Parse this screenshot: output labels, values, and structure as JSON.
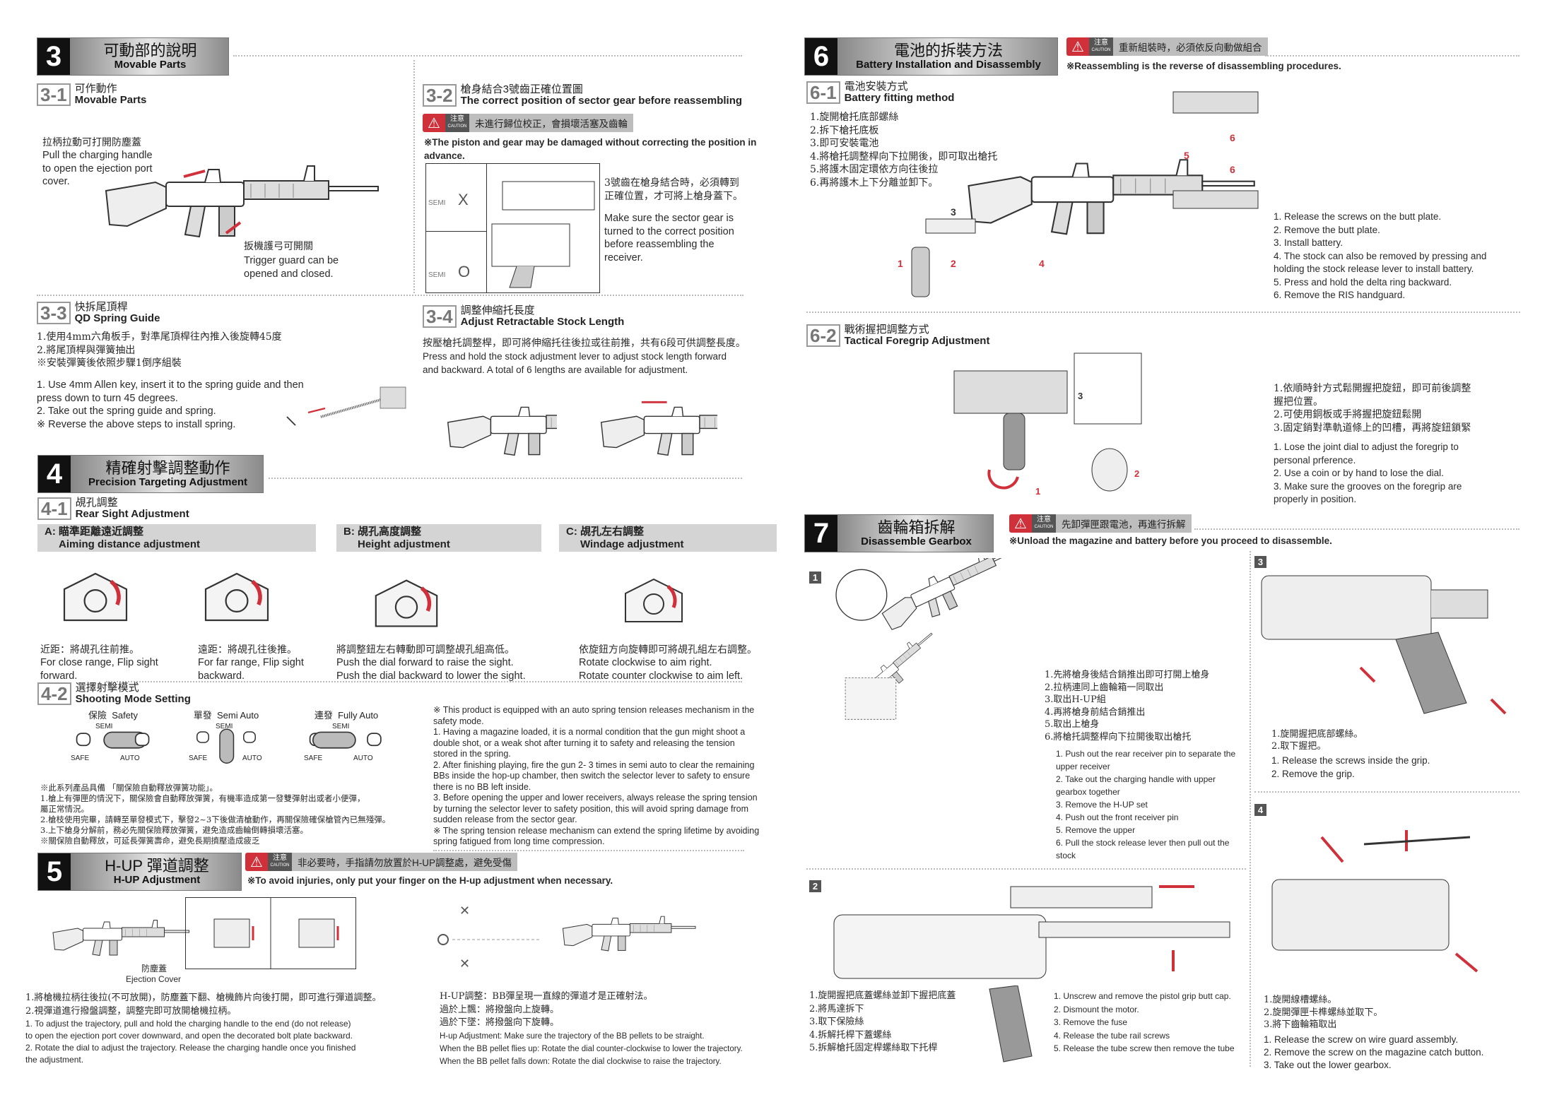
{
  "caution_label": {
    "zh": "注意",
    "en": "CAUTION"
  },
  "s3": {
    "num": "3",
    "zh": "可動部的說明",
    "en": "Movable Parts",
    "s31": {
      "num": "3-1",
      "zh": "可作動作",
      "en": "Movable Parts",
      "charging_zh": "拉柄拉動可打開防塵蓋",
      "charging_en": "Pull the charging handle\nto open the ejection port\ncover.",
      "trigger_zh": "扳機護弓可開關",
      "trigger_en": "Trigger guard can be\nopened and closed."
    },
    "s32": {
      "num": "3-2",
      "zh": "槍身結合3號齒正確位置圖",
      "en": "The correct position of sector gear before reassembling",
      "caution": "未進行歸位校正，會損壞活塞及齒輪",
      "note": "※The piston and gear may be damaged without correcting the position in\n   advance.",
      "semi": "SEMI",
      "wrong": "X",
      "right": "O",
      "text_zh": "3號齒在槍身結合時，必須轉到\n正確位置，才可將上槍身蓋下。",
      "text_en": "Make sure the sector gear is\nturned to the correct position\nbefore reassembling the\nreceiver."
    },
    "s33": {
      "num": "3-3",
      "zh": "快拆尾頂桿",
      "en": "QD Spring Guide",
      "text_zh": "1.使用4mm六角板手，對準尾頂桿往內推入後旋轉45度\n2.將尾頂桿與彈簧抽出\n※安裝彈簧後依照步驟1倒序組裝",
      "text_en": "1. Use 4mm Allen key, insert it to the spring guide and then\n    press down to turn 45 degrees.\n2. Take out the spring guide and spring.\n※ Reverse the above steps to install spring."
    },
    "s34": {
      "num": "3-4",
      "zh": "調整伸縮托長度",
      "en": "Adjust Retractable Stock Length",
      "text_zh": "按壓槍托調整桿，即可將伸縮托往後拉或往前推，共有6段可供調整長度。",
      "text_en": "Press and hold the stock adjustment lever to adjust stock length forward\nand backward. A total of 6 lengths are available for adjustment."
    }
  },
  "s4": {
    "num": "4",
    "zh": "精確射擊調整動作",
    "en": "Precision Targeting Adjustment",
    "s41": {
      "num": "4-1",
      "zh": "覘孔調整",
      "en": "Rear Sight Adjustment",
      "tabs": [
        {
          "zh": "A: 瞄準距離遠近調整",
          "en": "Aiming distance adjustment"
        },
        {
          "zh": "B: 覘孔高度調整",
          "en": "Height adjustment"
        },
        {
          "zh": "C: 覘孔左右調整",
          "en": "Windage adjustment"
        }
      ],
      "captions": [
        {
          "zh": "近距：將覘孔往前推。",
          "en": "For close range, Flip sight\nforward."
        },
        {
          "zh": "遠距：將覘孔往後推。",
          "en": "For far range, Flip sight\nbackward."
        },
        {
          "zh": "將調整鈕左右轉動即可調整覘孔組高低。",
          "en": "Push the dial forward to raise the sight.\nPush the dial backward to lower the sight."
        },
        {
          "zh": "依旋鈕方向旋轉即可將覘孔組左右調整。",
          "en": "Rotate clockwise to aim right.\nRotate counter clockwise to aim left."
        }
      ]
    },
    "s42": {
      "num": "4-2",
      "zh": "選擇射擊模式",
      "en": "Shooting Mode Setting",
      "modes": [
        {
          "zh": "保險",
          "en": "Safety",
          "active": "SAFE"
        },
        {
          "zh": "單發",
          "en": "Semi Auto",
          "active": "SEMI"
        },
        {
          "zh": "連發",
          "en": "Fully Auto",
          "active": "AUTO"
        }
      ],
      "labels": {
        "safe": "SAFE",
        "semi": "SEMI",
        "auto": "AUTO"
      },
      "text_zh": "※此系列產品具備 「關保險自動釋放彈簧功能」。\n1.槍上有彈匣的情況下，關保險會自動釋放彈簧，有機率造成第一發雙彈射出或者小便彈，\n   屬正常情況。\n2.槍枝使用完畢，請轉至單發模式下，擊發2~3下後做清槍動作，再關保險確保槍管內已無殘彈。\n3.上下槍身分解前，務必先關保險釋放彈簧，避免造成齒輪倒轉損壞活塞。\n※關保險自動釋放，可延長彈簧壽命，避免長期擠壓造成疲乏",
      "text_en": "※ This product is equipped with an auto spring tension releases mechanism in the\n    safety mode.\n1. Having a magazine loaded, it is a normal condition that the gun might shoot a\n    double shot, or a weak shot after turning it to safety and releasing the tension\n    stored in the spring.\n2. After finishing playing, fire the gun 2- 3 times in semi auto to clear the remaining\n    BBs inside the hop-up chamber, then switch the selector lever to safety to ensure\n    there is no BB left inside.\n3. Before opening the upper and lower receivers, always release the spring tension\n    by turning the selector lever to safety position, this will avoid spring damage from\n    sudden release from the sector gear.\n※ The spring tension release mechanism can extend the spring lifetime by avoiding\n    spring fatigued from long time compression."
    }
  },
  "s5": {
    "num": "5",
    "zh": "H-UP 彈道調整",
    "en": "H-UP Adjustment",
    "caution": "非必要時，手指請勿放置於H-UP調整處，避免受傷",
    "note": "※To avoid injuries, only put your finger on the H-up adjustment when necessary.",
    "cover_zh": "防塵蓋",
    "cover_en": "Ejection Cover",
    "text_zh": "1.將槍機拉柄往後拉(不可放開)，防塵蓋下翻、槍機飾片向後打開，即可進行彈道調整。\n2.視彈道進行撥盤調整，調整完即可放開槍機拉柄。",
    "text_en": "1. To adjust the trajectory, pull and hold the charging handle to the end (do not release)\n    to open the ejection port cover downward, and open the decorated bolt plate backward.\n2. Rotate the dial to adjust the trajectory. Release the charging handle once you finished\n    the adjustment.",
    "traj_zh": "H-UP調整：BB彈呈現一直線的彈道才是正確射法。\n過於上飄：將撥盤向上旋轉。\n過於下墜：將撥盤向下旋轉。",
    "traj_en": "H-up Adjustment: Make sure the trajectory of the BB pellets to be straight.\nWhen the BB pellet flies up: Rotate the dial counter-clockwise to lower the trajectory.\nWhen the BB pellet falls down: Rotate the dial clockwise to raise the trajectory."
  },
  "s6": {
    "num": "6",
    "zh": "電池的拆裝方法",
    "en": "Battery Installation and Disassembly",
    "caution": "重新組裝時，必須依反向動做組合",
    "note": "※Reassembling is the reverse of disassembling procedures.",
    "s61": {
      "num": "6-1",
      "zh": "電池安裝方式",
      "en": "Battery fitting method",
      "text_zh": "1.旋開槍托底部螺絲\n2.拆下槍托底板\n3.即可安裝電池\n4.將槍托調整桿向下拉開後，即可取出槍托\n5.將護木固定環依方向往後拉\n6.再將護木上下分離並卸下。",
      "text_en": "1. Release the screws on the butt plate.\n2. Remove the butt plate.\n3. Install battery.\n4. The stock can also be removed by pressing and\n    holding the stock release lever to install battery.\n5. Press and hold the delta ring backward.\n6. Remove the RIS handguard.",
      "callouts": [
        "1",
        "2",
        "3",
        "4",
        "5",
        "6",
        "6"
      ]
    },
    "s62": {
      "num": "6-2",
      "zh": "戰術握把調整方式",
      "en": "Tactical Foregrip Adjustment",
      "text_zh": "1.依順時針方式鬆開握把旋鈕，即可前後調整\n   握把位置。\n2.可使用銅板或手將握把旋鈕鬆開\n3.固定銷對準軌道條上的凹槽，再將旋鈕鎖緊",
      "text_en": "1. Lose the joint dial to adjust the foregrip to\n    personal prference.\n2. Use a coin or by hand to lose the dial.\n3. Make sure the grooves on the foregrip are\n    properly in position.",
      "callouts": [
        "1",
        "2",
        "3"
      ]
    }
  },
  "s7": {
    "num": "7",
    "zh": "齒輪箱拆解",
    "en": "Disassemble Gearbox",
    "caution": "先卸彈匣跟電池，再進行拆解",
    "note": "※Unload the magazine and battery before you proceed to disassemble.",
    "steps": [
      {
        "num": "1",
        "text_zh": "1.先將槍身後結合銷推出即可打開上槍身\n2.拉柄連同上齒輪箱一同取出\n3.取出H-UP組\n4.再將槍身前結合銷推出\n5.取出上槍身\n6.將槍托調整桿向下拉開後取出槍托",
        "text_en": "1. Push out the rear receiver pin to  separate the\n    upper receiver\n2. Take out the charging handle with upper\n    gearbox together\n3. Remove the H-UP set\n4. Push out the front receiver pin\n5. Remove the upper\n6. Pull the stock release lever then pull out the\n    stock"
      },
      {
        "num": "2",
        "text_zh": "1.旋開握把底蓋螺絲並卸下握把底蓋\n2.將馬達拆下\n3.取下保險絲\n4.拆解托桿下蓋螺絲\n5.拆解槍托固定桿螺絲取下托桿",
        "text_en": "1. Unscrew and remove the pistol grip butt cap.\n2. Dismount the motor.\n3. Remove the fuse\n4. Release the tube rail screws\n5. Release the tube screw then remove the tube"
      },
      {
        "num": "3",
        "text_zh": "1.旋開握把底部螺絲。\n2.取下握把。",
        "text_en": "1. Release the screws inside the grip.\n2. Remove the grip."
      },
      {
        "num": "4",
        "text_zh": "1.旋開線槽螺絲。\n2.旋開彈匣卡榫螺絲並取下。\n3.將下齒輪箱取出",
        "text_en": "1. Release the screw on wire guard assembly.\n2. Remove the screw on the magazine catch button.\n3. Take out the lower gearbox."
      }
    ]
  },
  "colors": {
    "accent_red": "#d0303a",
    "header_dark": "#111111",
    "tab_gray": "#d4d4d4"
  }
}
